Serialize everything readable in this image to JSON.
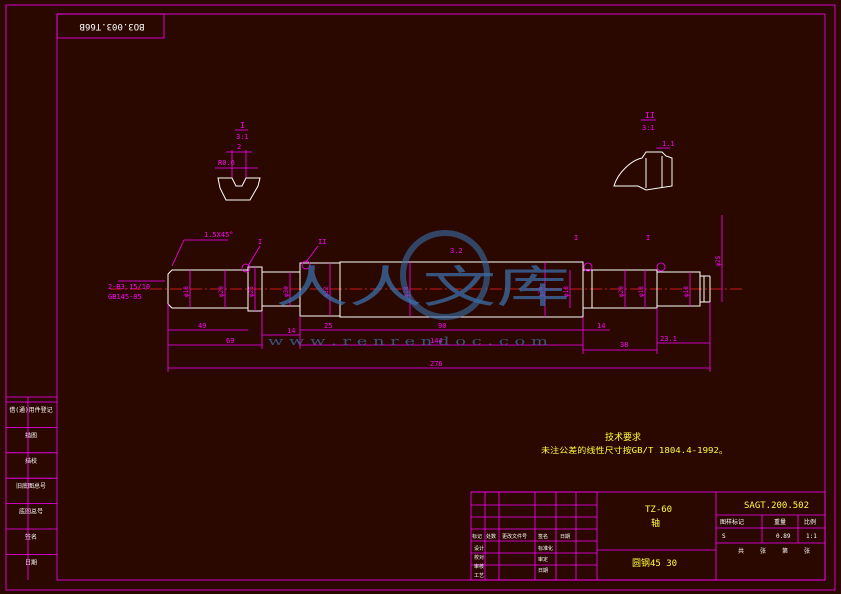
{
  "drawing_no_rotated": "BO3.003.T66B",
  "detail_views": [
    {
      "label": "I",
      "scale": "3:1",
      "dims": [
        "2",
        "R0.6"
      ]
    },
    {
      "label": "II",
      "scale": "3:1",
      "dims": [
        "1.1"
      ]
    }
  ],
  "callouts": {
    "chamfer": "1.5X45°",
    "center_hole_1": "2-B3.15/10",
    "center_hole_2": "GB145-85",
    "roman_one": "I",
    "roman_two": "II",
    "roughness_main": "3.2"
  },
  "shaft_labels": {
    "left_length": "49",
    "len_69": "69",
    "len_14a": "14",
    "len_25": "25",
    "len_90": "90",
    "len_144": "144",
    "len_14b": "14",
    "len_38": "38",
    "len_23": "23.1",
    "total_length": "276",
    "dia_a": "φ18",
    "dia_b": "φ20",
    "dia_c": "φ25",
    "dia_d": "φ30",
    "dia_e": "φ32",
    "dia_f": "φ28",
    "dia_g": "φ20",
    "dia_h": "φ18"
  },
  "watermark": {
    "main": "人人文库",
    "url": "w w w . r e n r e n d o c . c o m"
  },
  "tech_requirements": {
    "title": "技术要求",
    "line": "未注公差的线性尺寸按GB/T 1804.4-1992。"
  },
  "left_strip": [
    "借(通)用件登记",
    "描图",
    "描校",
    "旧底图总号",
    "底图总号",
    "签名",
    "日期"
  ],
  "title_block": {
    "part_code": "TZ-60",
    "part_name": "轴",
    "material": "圆钢45  30",
    "drawing_no": "SAGT.200.502",
    "header_row": [
      "图样标记",
      "重量",
      "比例"
    ],
    "values_row": [
      "S",
      "0.89",
      "1:1"
    ],
    "sheet_row": [
      "共",
      "张",
      "第",
      "张"
    ],
    "revision_headers": [
      "标记",
      "处数",
      "更改文件号",
      "签名",
      "日期"
    ],
    "sign_rows": [
      "设计",
      "校对",
      "审核",
      "工艺"
    ],
    "sign_rows_right": [
      "标准化",
      "审定",
      "日期"
    ]
  }
}
